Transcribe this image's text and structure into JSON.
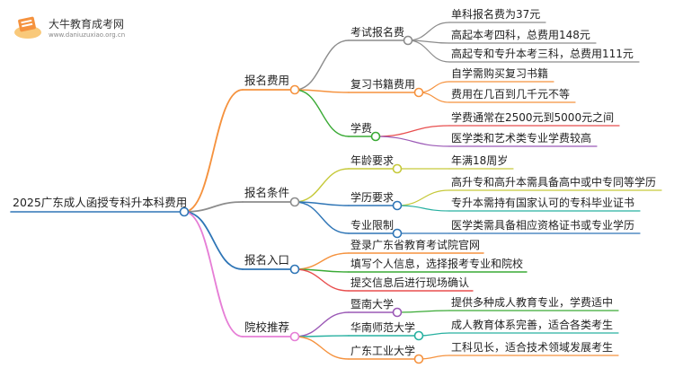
{
  "brand": {
    "name": "大牛教育成考网",
    "url": "www.daniuzuxiao.org.cn"
  },
  "root": "2025广东成人函授专科升本科费用",
  "branches": [
    {
      "label": "报名费用",
      "color": "#f5923e",
      "items": [
        {
          "label": "考试报名费",
          "color": "#8c8c8c",
          "leaves": [
            {
              "text": "单科报名费为37元",
              "color": "#8c8c8c"
            },
            {
              "text": "高起本考四科，总费用148元",
              "color": "#8c8c8c"
            },
            {
              "text": "高起专和专升本考三科，总费用111元",
              "color": "#8c8c8c"
            }
          ]
        },
        {
          "label": "复习书籍费用",
          "color": "#f5923e",
          "leaves": [
            {
              "text": "自学需购买复习书籍",
              "color": "#f5923e"
            },
            {
              "text": "费用在几百到几千元不等",
              "color": "#f5923e"
            }
          ]
        },
        {
          "label": "学费",
          "color": "#3aaa35",
          "leaves": [
            {
              "text": "学费通常在2500元到5000元之间",
              "color": "#e84e4e"
            },
            {
              "text": "医学类和艺术类专业学费较高",
              "color": "#9b59b6"
            }
          ]
        }
      ]
    },
    {
      "label": "报名条件",
      "color": "#8c8c8c",
      "items": [
        {
          "label": "年龄要求",
          "color": "#c6c93a",
          "leaves": [
            {
              "text": "年满18周岁",
              "color": "#c6c93a"
            }
          ]
        },
        {
          "label": "学历要求",
          "color": "#2e75b6",
          "leaves": [
            {
              "text": "高升专和高升本需具备高中或中专同等学历",
              "color": "#c6c93a"
            },
            {
              "text": "专升本需持有国家认可的专科毕业证书",
              "color": "#27b0a0"
            }
          ]
        },
        {
          "label": "专业限制",
          "color": "#2e75b6",
          "leaves": [
            {
              "text": "医学类需具备相应资格证书或专业学历",
              "color": "#2e75b6"
            }
          ]
        }
      ]
    },
    {
      "label": "报名入口",
      "color": "#2e75b6",
      "items": [
        {
          "label": "登录广东省教育考试院官网",
          "color": "#f5923e",
          "leaves": []
        },
        {
          "label": "填写个人信息，选择报考专业和院校",
          "color": "#3aaa35",
          "leaves": []
        },
        {
          "label": "提交信息后进行现场确认",
          "color": "#e84e4e",
          "leaves": []
        }
      ]
    },
    {
      "label": "院校推荐",
      "color": "#e67ed6",
      "items": [
        {
          "label": "暨南大学",
          "color": "#9b59b6",
          "leaves": [
            {
              "text": "提供多种成人教育专业，学费适中",
              "color": "#3aaa35"
            }
          ]
        },
        {
          "label": "华南师范大学",
          "color": "#27b0a0",
          "leaves": [
            {
              "text": "成人教育体系完善，适合各类考生",
              "color": "#27b0a0"
            }
          ]
        },
        {
          "label": "广东工业大学",
          "color": "#f5923e",
          "leaves": [
            {
              "text": "工科见长，适合技术领域发展考生",
              "color": "#f5923e"
            }
          ]
        }
      ]
    }
  ]
}
